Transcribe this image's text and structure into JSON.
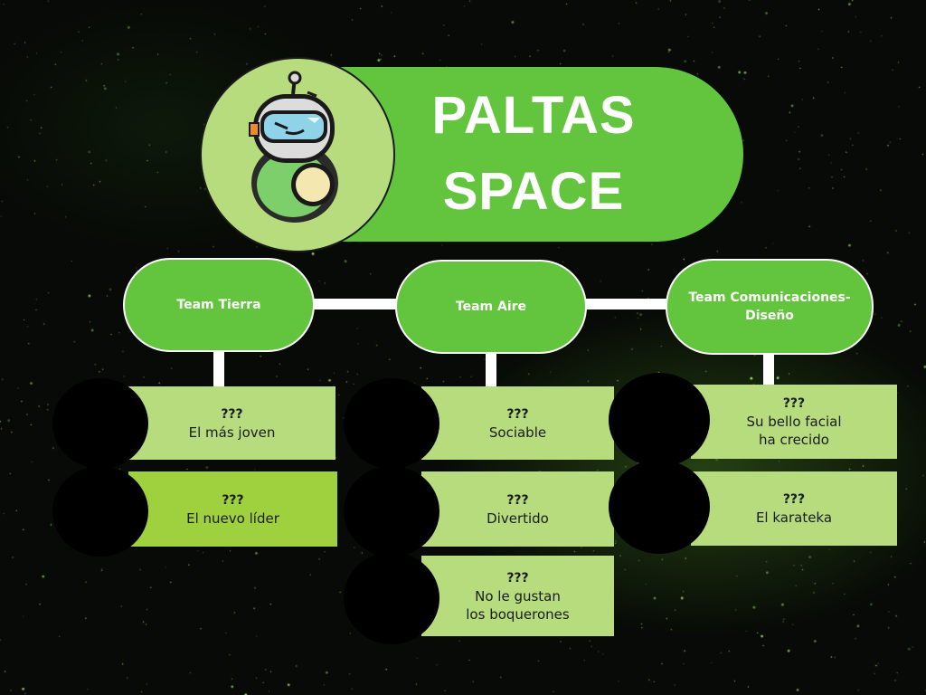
{
  "title": {
    "line1": "PALTAS",
    "line2": "SPACE"
  },
  "logo": {
    "icon": "astronaut-avocado-icon"
  },
  "colors": {
    "pill": "#63c43e",
    "card": "#b7dc7e",
    "card_highlight": "#9fd13f",
    "logo_bg": "#b7dc7e",
    "background": "#070a06"
  },
  "teams": [
    {
      "name": "Team Tierra",
      "members": [
        {
          "name": "???",
          "description": "El más joven"
        },
        {
          "name": "???",
          "description": "El nuevo líder"
        }
      ]
    },
    {
      "name": "Team Aire",
      "members": [
        {
          "name": "???",
          "description": "Sociable"
        },
        {
          "name": "???",
          "description": "Divertido"
        },
        {
          "name": "???",
          "description": "No le gustan\nlos boquerones"
        }
      ]
    },
    {
      "name": "Team Comunicaciones-\nDiseño",
      "members": [
        {
          "name": "???",
          "description": "Su bello facial\nha crecido"
        },
        {
          "name": "???",
          "description": "El karateka"
        }
      ]
    }
  ]
}
